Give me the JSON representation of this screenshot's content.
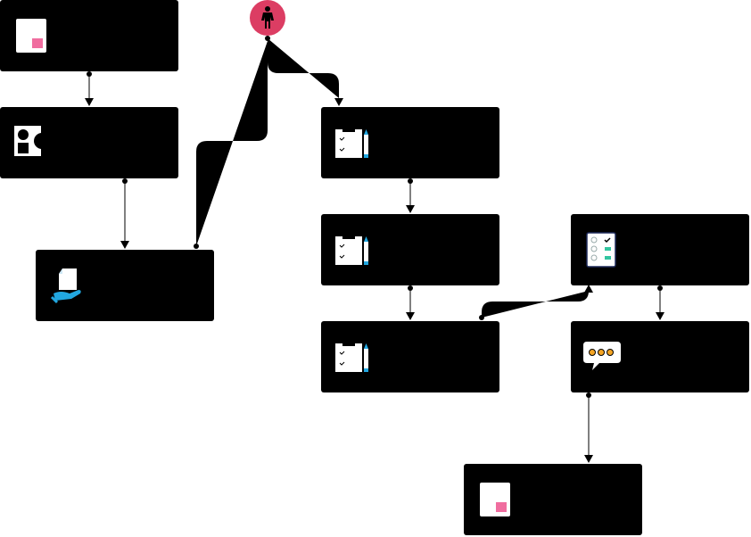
{
  "diagram": {
    "type": "flowchart",
    "colors": {
      "node_fill": "#000000",
      "edge": "#000000",
      "start_fill": "#dc3d63",
      "accent_pink": "#f06d9f",
      "accent_blue": "#22a7e0",
      "accent_green": "#32c5a0",
      "accent_orange": "#f4a524"
    },
    "start": {
      "icon": "person-icon",
      "label": ""
    },
    "nodes": [
      {
        "id": "n1",
        "icon": "document-icon",
        "label": ""
      },
      {
        "id": "n2",
        "icon": "shapes-icon",
        "label": ""
      },
      {
        "id": "n3",
        "icon": "hand-holding-document-icon",
        "label": ""
      },
      {
        "id": "n4",
        "icon": "clipboard-pencil-icon",
        "label": ""
      },
      {
        "id": "n5",
        "icon": "clipboard-pencil-icon",
        "label": ""
      },
      {
        "id": "n6",
        "icon": "clipboard-pencil-icon",
        "label": ""
      },
      {
        "id": "n7",
        "icon": "checklist-icon",
        "label": ""
      },
      {
        "id": "n8",
        "icon": "speech-bubble-icon",
        "label": ""
      },
      {
        "id": "n9",
        "icon": "document-icon",
        "label": ""
      }
    ],
    "edges": [
      {
        "from": "n1",
        "to": "n2"
      },
      {
        "from": "n2",
        "to": "n3"
      },
      {
        "from": "n3",
        "to": "start"
      },
      {
        "from": "start",
        "to": "n4"
      },
      {
        "from": "n4",
        "to": "n5"
      },
      {
        "from": "n5",
        "to": "n6"
      },
      {
        "from": "n6",
        "to": "n7"
      },
      {
        "from": "n7",
        "to": "n8"
      },
      {
        "from": "n8",
        "to": "n9"
      }
    ]
  }
}
